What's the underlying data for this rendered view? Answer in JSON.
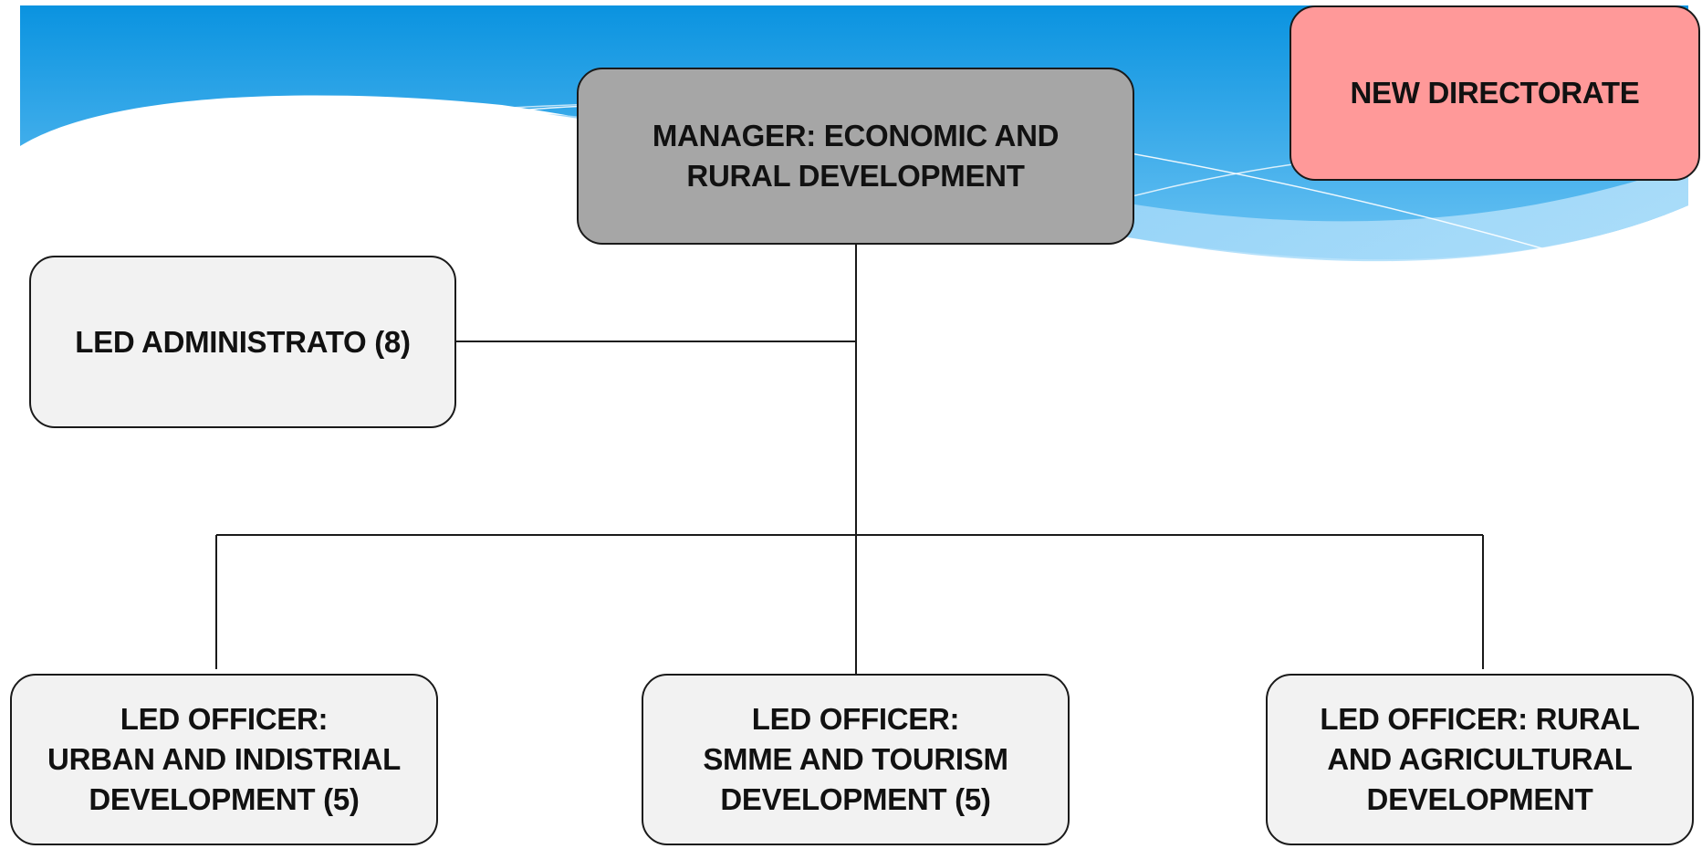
{
  "org_chart": {
    "new_directorate": {
      "label": "NEW DIRECTORATE",
      "color": "#ff9999"
    },
    "manager": {
      "lines": [
        "MANAGER: ECONOMIC AND",
        "RURAL DEVELOPMENT"
      ],
      "color": "#a6a6a6"
    },
    "admin": {
      "label": "LED ADMINISTRATO (8)",
      "color": "#f2f2f2"
    },
    "officers": [
      {
        "lines": [
          "LED OFFICER:",
          "URBAN AND INDISTRIAL",
          "DEVELOPMENT (5)"
        ]
      },
      {
        "lines": [
          "LED OFFICER:",
          "SMME AND TOURISM",
          "DEVELOPMENT (5)"
        ]
      },
      {
        "lines": [
          "LED OFFICER: RURAL",
          "AND AGRICULTURAL",
          "DEVELOPMENT"
        ]
      }
    ]
  }
}
